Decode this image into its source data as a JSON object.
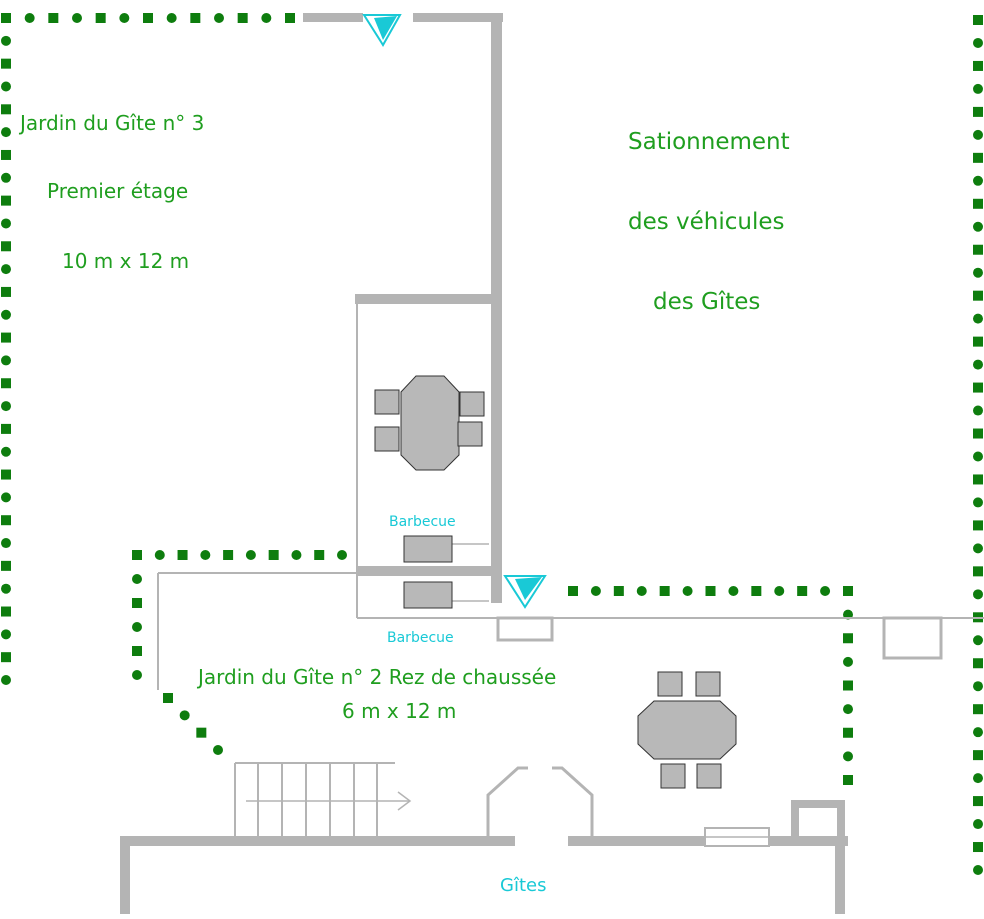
{
  "labels": {
    "jardin3_title": "Jardin du Gîte n° 3",
    "jardin3_floor": "Premier étage",
    "jardin3_size": "10 m x 12 m",
    "parking_line1": "Sationnement",
    "parking_line2": "des véhicules",
    "parking_line3": "des Gîtes",
    "barbecue_top": "Barbecue",
    "barbecue_bottom": "Barbecue",
    "jardin2_title": "Jardin du Gîte n° 2 Rez de chaussée",
    "jardin2_size": "6 m x 12 m",
    "gites": "Gîtes"
  },
  "colors": {
    "hedge_green": "#0e7d0e",
    "label_green": "#1f9e1f",
    "label_cyan": "#19c9d6",
    "wall_grey": "#b4b4b4",
    "furniture_grey": "#b8b8b8"
  },
  "icons": {
    "entrance_marker": "cyan-arrow-down"
  }
}
